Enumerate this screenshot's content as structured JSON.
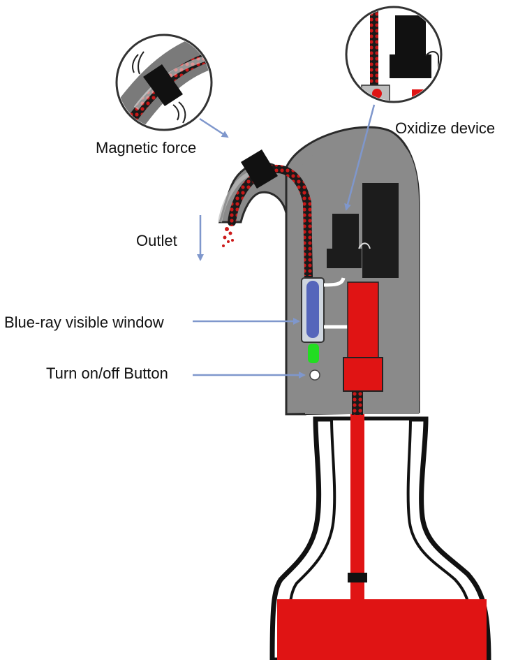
{
  "labels": {
    "magnetic_force": "Magnetic force",
    "oxidize_device": "Oxidize device",
    "outlet": "Outlet",
    "blue_ray_window": "Blue-ray visible window",
    "power_button": "Turn on/off Button"
  },
  "colors": {
    "body": "#8a8a8a",
    "body_outline": "#2a2a2a",
    "wine": "#e01414",
    "bead": "#c81818",
    "arrow": "#7f97cc",
    "window": "#5566bb",
    "led": "#22dd22",
    "device": "#1c1c1c"
  }
}
